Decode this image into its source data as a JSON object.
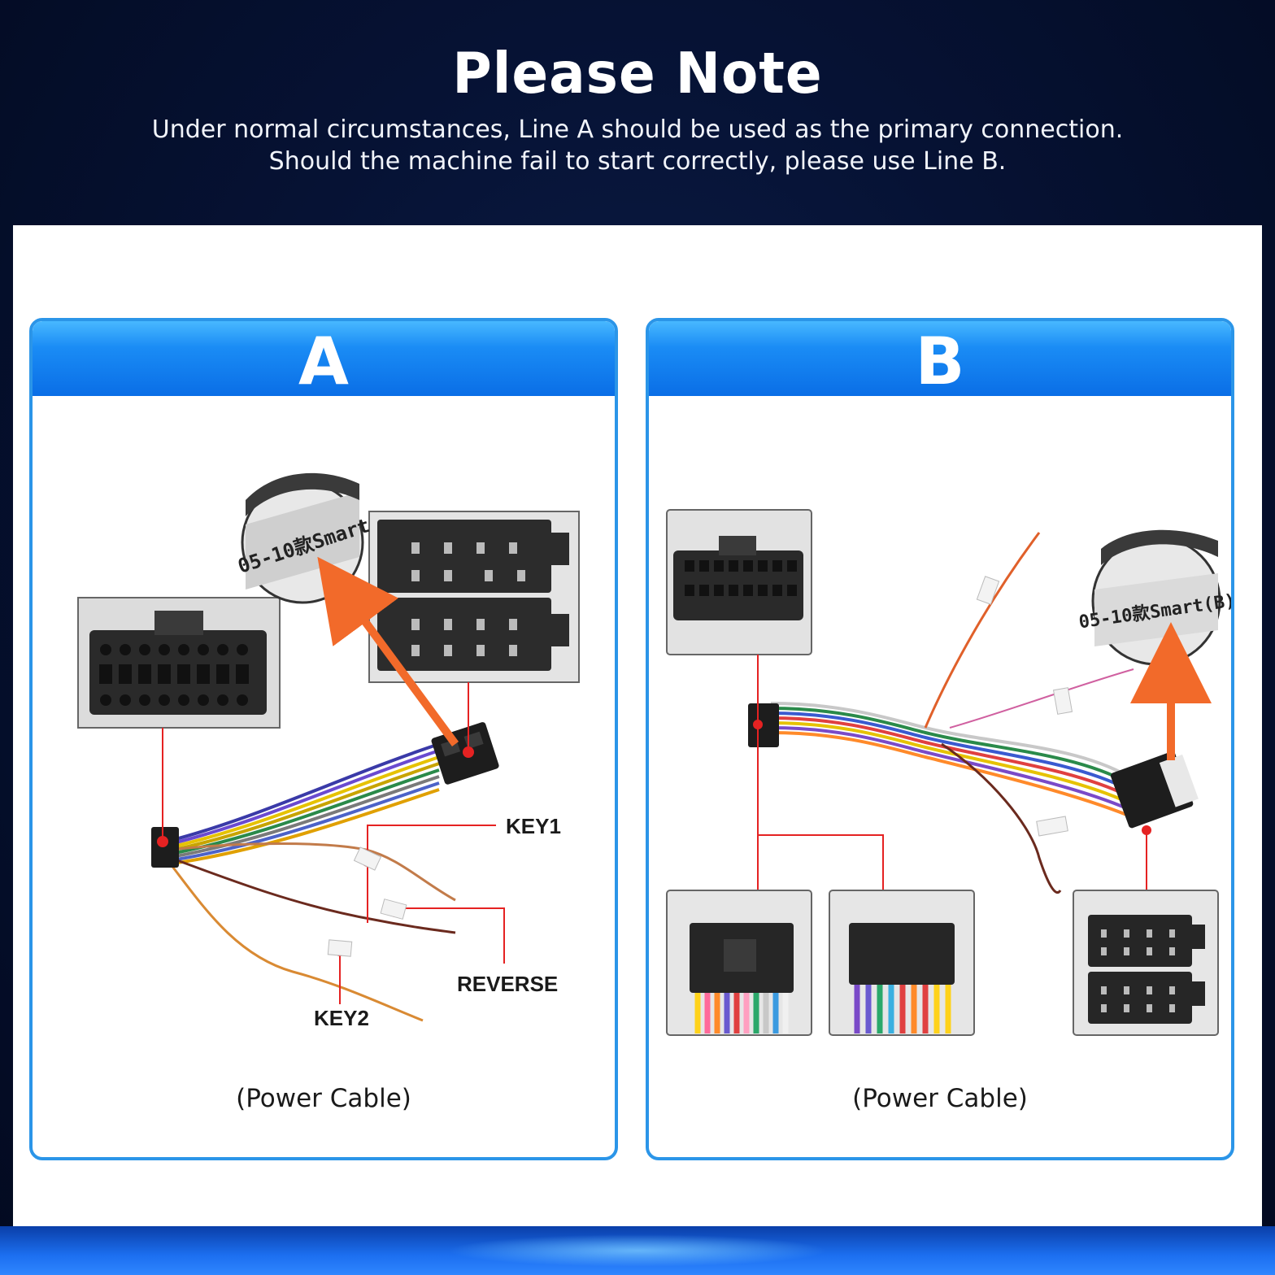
{
  "header": {
    "title": "Please Note",
    "line1": "Under normal circumstances, Line A should be used as the primary connection.",
    "line2": "Should the machine fail to start correctly, please use Line B."
  },
  "card_a": {
    "heading": "A",
    "tag_text": "05-10款Smart",
    "labels": {
      "key1": "KEY1",
      "reverse": "REVERSE",
      "key2": "KEY2"
    },
    "caption": "(Power Cable)"
  },
  "card_b": {
    "heading": "B",
    "tag_text": "05-10款Smart(B)",
    "caption": "(Power Cable)"
  },
  "colors": {
    "accent_blue": "#2b95e8",
    "callout_red": "#e52222",
    "arrow_orange": "#f26a2a"
  }
}
